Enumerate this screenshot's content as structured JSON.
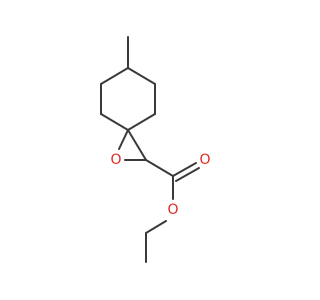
{
  "molecule": {
    "atom_labels": {
      "epoxide_oxygen": "O",
      "carbonyl_oxygen": "O",
      "ester_oxygen": "O"
    },
    "colors": {
      "bond": "#3a3a3a",
      "heteroatom": "#e2291f",
      "background": "#ffffff"
    }
  }
}
